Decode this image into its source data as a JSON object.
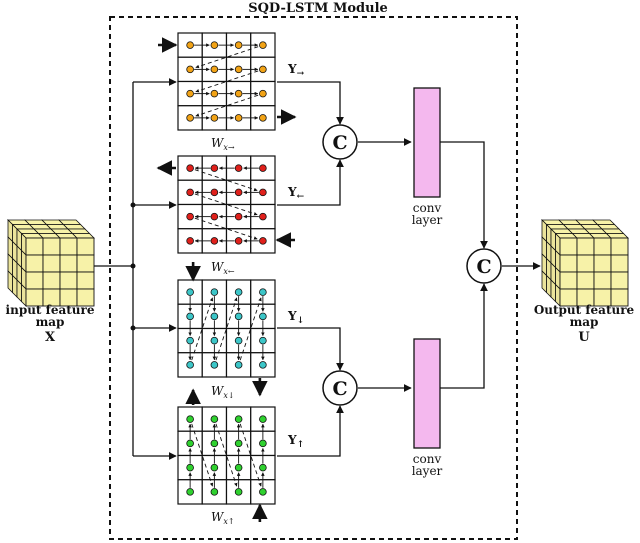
{
  "module_title": "SQD-LSTM Module",
  "input": {
    "line1": "input feature",
    "line2": "map",
    "symbol": "X"
  },
  "output": {
    "line1": "Output feature",
    "line2": "map",
    "symbol": "U"
  },
  "concat_symbol": "C",
  "conv_top": {
    "line1": "conv",
    "line2": "layer"
  },
  "conv_bottom": {
    "line1": "conv",
    "line2": "layer"
  },
  "grids": [
    {
      "id": "right",
      "weight_base": "W",
      "weight_sub": "x→",
      "output_base": "Y",
      "output_sub": "→"
    },
    {
      "id": "left",
      "weight_base": "W",
      "weight_sub": "x←",
      "output_base": "Y",
      "output_sub": "←"
    },
    {
      "id": "down",
      "weight_base": "W",
      "weight_sub": "x↓",
      "output_base": "Y",
      "output_sub": "↓"
    },
    {
      "id": "up",
      "weight_base": "W",
      "weight_sub": "x↑",
      "output_base": "Y",
      "output_sub": "↑"
    }
  ],
  "colors": {
    "right_nodes": "#f2a316",
    "left_nodes": "#e0201b",
    "down_nodes": "#3cc6c8",
    "up_nodes": "#2fd12f",
    "conv_fill": "#f4b8ee",
    "cube_fill": "#f7f2a8",
    "line": "#111111"
  },
  "icons": [
    "input-cube-icon",
    "output-cube-icon",
    "concat-circle-icon",
    "conv-layer-block"
  ]
}
